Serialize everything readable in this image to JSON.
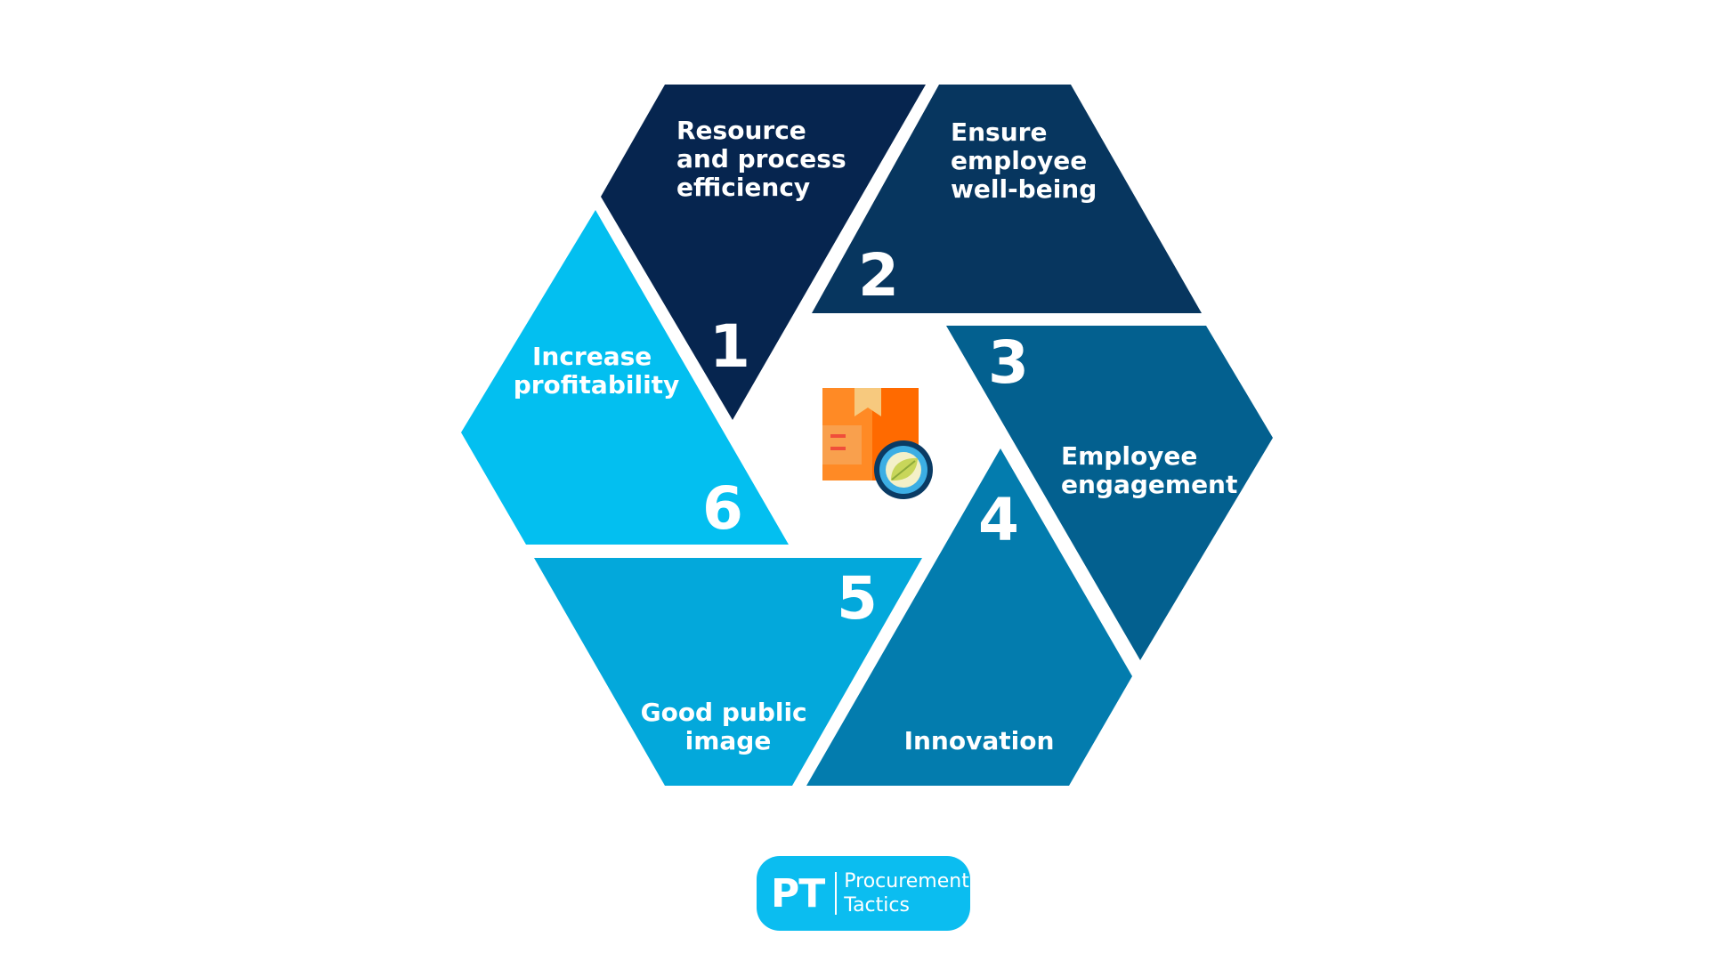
{
  "diagram": {
    "segments": [
      {
        "number": "1",
        "label_lines": [
          "Resource",
          "and process",
          "efficiency"
        ],
        "color": "#06254F"
      },
      {
        "number": "2",
        "label_lines": [
          "Ensure",
          "employee",
          "well-being"
        ],
        "color": "#07365F"
      },
      {
        "number": "3",
        "label_lines": [
          "Employee",
          "engagement"
        ],
        "color": "#03608F"
      },
      {
        "number": "4",
        "label_lines": [
          "Innovation"
        ],
        "color": "#037CAE"
      },
      {
        "number": "5",
        "label_lines": [
          "Good public",
          "image"
        ],
        "color": "#03A8DB"
      },
      {
        "number": "6",
        "label_lines": [
          "Increase",
          "profitability"
        ],
        "color": "#03BFF0"
      }
    ],
    "center_icon": "eco-package-icon"
  },
  "logo": {
    "mark": "PT",
    "line1": "Procurement",
    "line2": "Tactics",
    "color": "#0BBDF0"
  }
}
